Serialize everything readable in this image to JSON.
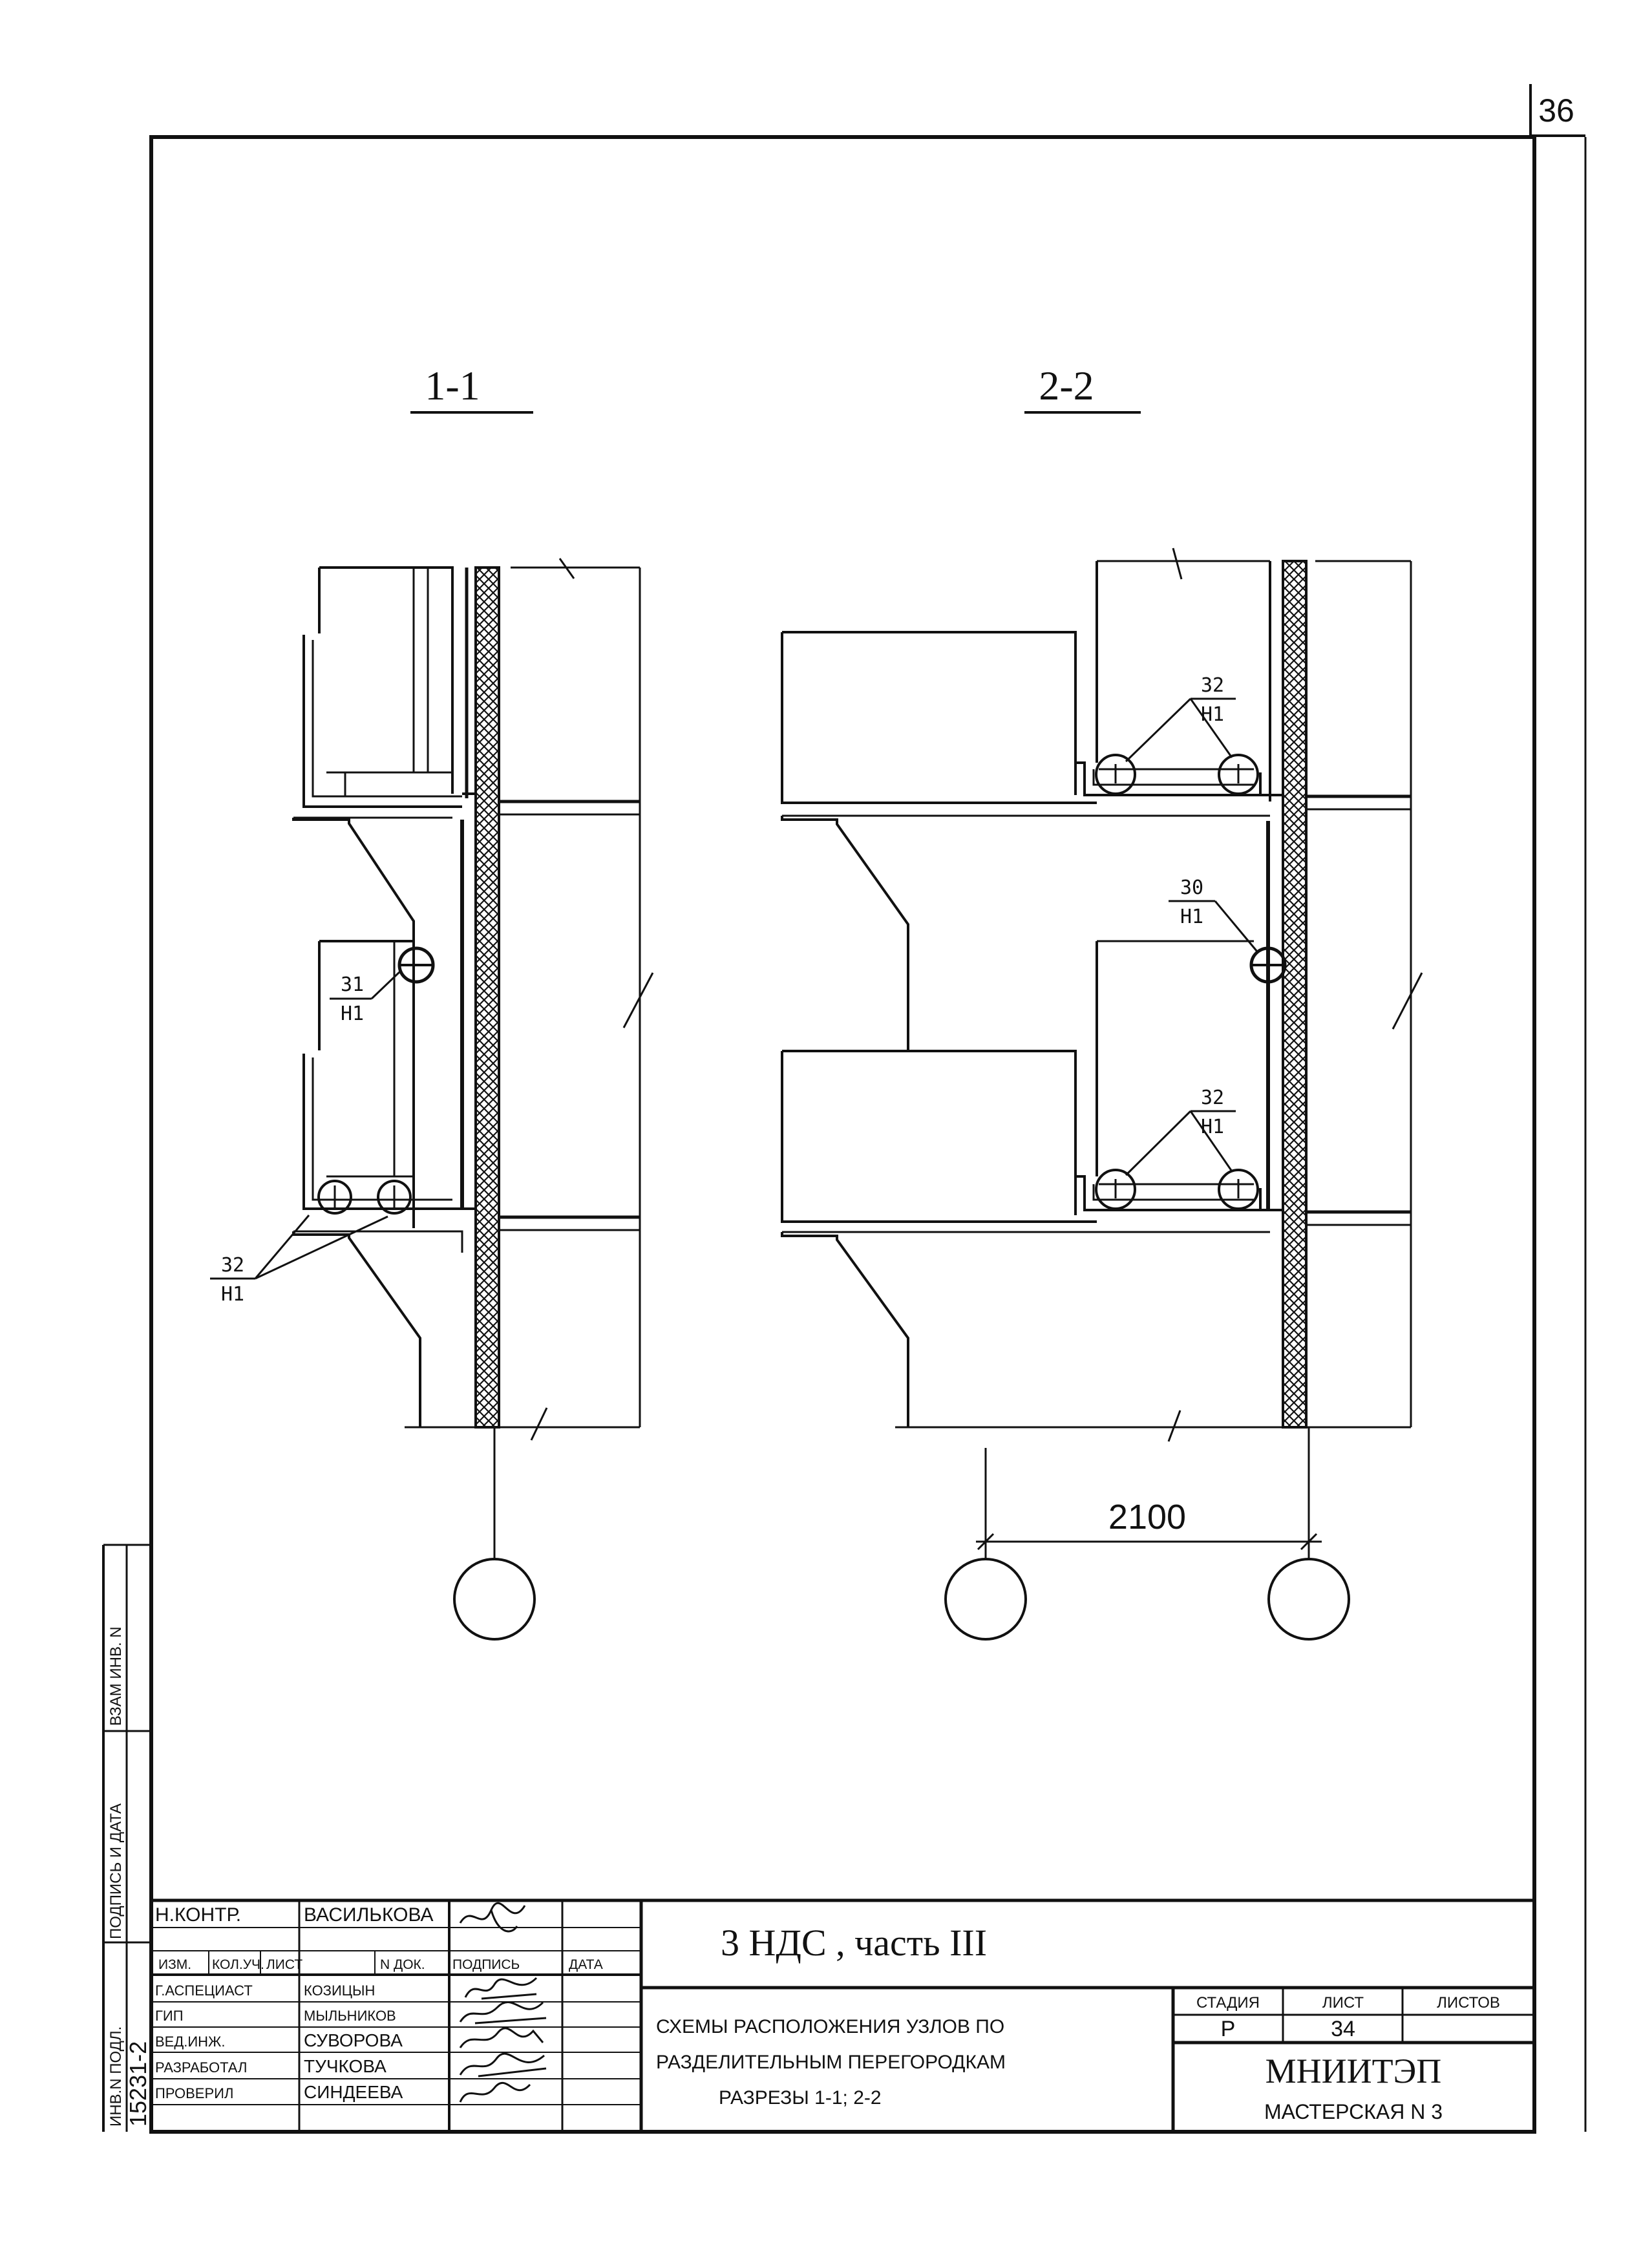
{
  "sheet": {
    "page_number": "36",
    "section_1_title": "1-1",
    "section_2_title": "2-2",
    "callouts": {
      "s1_top": {
        "num": "31",
        "den": "Н1"
      },
      "s1_bottom": {
        "num": "32",
        "den": "Н1"
      },
      "s2_upper": {
        "num": "32",
        "den": "Н1"
      },
      "s2_middle": {
        "num": "30",
        "den": "Н1"
      },
      "s2_lower": {
        "num": "32",
        "den": "Н1"
      }
    },
    "dimension_2100": "2100"
  },
  "left_strip": {
    "inv_podl": "ИНВ.N ПОДЛ.",
    "inv_podl_handwritten": "15231-2",
    "podpis_data": "ПОДПИСЬ И ДАТА",
    "vzam_inv": "ВЗАМ ИНВ. N"
  },
  "title_block": {
    "n_kontr_role": "Н.КОНТР.",
    "n_kontr_name": "ВАСИЛЬКОВА",
    "header": [
      "ИЗМ.",
      "КОЛ.УЧ.",
      "ЛИСТ",
      "N ДОК.",
      "ПОДПИСЬ",
      "ДАТА"
    ],
    "rows": [
      {
        "role": "Г.АСПЕЦИАСТ",
        "name": "КОЗИЦЫН"
      },
      {
        "role": "ГИП",
        "name": "МЫЛЬНИКОВ"
      },
      {
        "role": "ВЕД.ИНЖ.",
        "name": "СУВОРОВА"
      },
      {
        "role": "РАЗРАБОТАЛ",
        "name": "ТУЧКОВА"
      },
      {
        "role": "ПРОВЕРИЛ",
        "name": "СИНДЕЕВА"
      }
    ],
    "project": "3 НДС , часть III",
    "drawing_title_1": "СХЕМЫ РАСПОЛОЖЕНИЯ УЗЛОВ ПО",
    "drawing_title_2": "РАЗДЕЛИТЕЛЬНЫМ ПЕРЕГОРОДКАМ",
    "drawing_title_3": "РАЗРЕЗЫ 1-1; 2-2",
    "stage_label": "СТАДИЯ",
    "sheet_label": "ЛИСТ",
    "sheets_label": "ЛИСТОВ",
    "stage": "Р",
    "sheet": "34",
    "sheets": "",
    "org": "МНИИТЭП",
    "workshop": "МАСТЕРСКАЯ N 3"
  }
}
